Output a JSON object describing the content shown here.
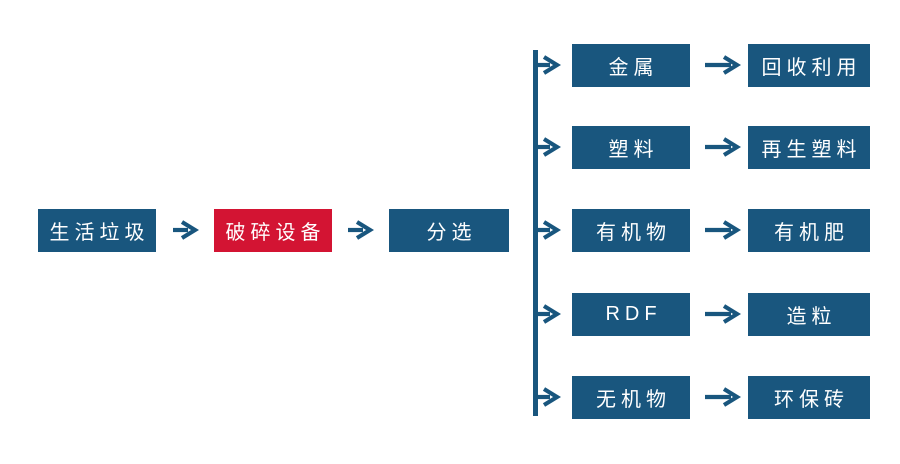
{
  "colors": {
    "node_blue": "#19567E",
    "highlight_red": "#D31433",
    "text_white": "#ffffff",
    "background": "#ffffff"
  },
  "flow": {
    "main": [
      {
        "label": "生活垃圾"
      },
      {
        "label": "破碎设备"
      },
      {
        "label": "分选"
      }
    ],
    "branches": [
      {
        "output": "金属",
        "result": "回收利用"
      },
      {
        "output": "塑料",
        "result": "再生塑料"
      },
      {
        "output": "有机物",
        "result": "有机肥"
      },
      {
        "output": "RDF",
        "result": "造粒"
      },
      {
        "output": "无机物",
        "result": "环保砖"
      }
    ]
  }
}
